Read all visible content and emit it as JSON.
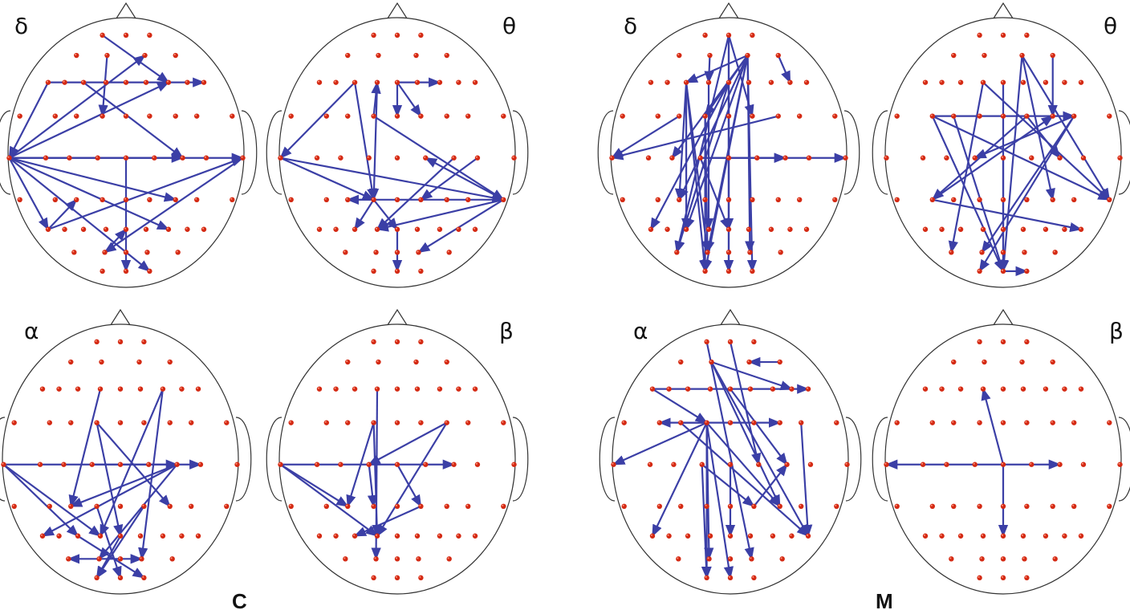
{
  "colors": {
    "electrode": "#d42a14",
    "electrode_highlight": "#ff9a80",
    "arrow": "#3b3fa6",
    "outline": "#333333",
    "text": "#111111"
  },
  "groups": [
    {
      "id": "C",
      "label": "C"
    },
    {
      "id": "M",
      "label": "M"
    }
  ],
  "panels": [
    {
      "group": "C",
      "band": "δ",
      "label_side": "left",
      "connections": [
        [
          "Fp1",
          "F4"
        ],
        [
          "F7",
          "F8"
        ],
        [
          "F3",
          "C4"
        ],
        [
          "T7",
          "AF4"
        ],
        [
          "T7",
          "C4"
        ],
        [
          "T7",
          "F4"
        ],
        [
          "T7",
          "T8"
        ],
        [
          "T7",
          "CP4"
        ],
        [
          "T7",
          "P4"
        ],
        [
          "T7",
          "O2"
        ],
        [
          "T7",
          "P7"
        ],
        [
          "F7",
          "T7"
        ],
        [
          "P7",
          "T8"
        ],
        [
          "T8",
          "PO3"
        ],
        [
          "Cz",
          "Oz"
        ],
        [
          "AF3",
          "FC1"
        ],
        [
          "PO3",
          "Pz"
        ],
        [
          "P7",
          "CP3"
        ]
      ]
    },
    {
      "group": "C",
      "band": "θ",
      "label_side": "right",
      "connections": [
        [
          "Fz",
          "FC2"
        ],
        [
          "Fz",
          "FCz"
        ],
        [
          "Fz",
          "F4"
        ],
        [
          "F3",
          "T7"
        ],
        [
          "F1",
          "CP1"
        ],
        [
          "F3",
          "CP1"
        ],
        [
          "FC1",
          "TP8"
        ],
        [
          "T7",
          "CP1"
        ],
        [
          "T7",
          "TP8"
        ],
        [
          "TP8",
          "C2"
        ],
        [
          "TP8",
          "PO4"
        ],
        [
          "TP8",
          "P1"
        ],
        [
          "TP8",
          "CP3"
        ],
        [
          "CP1",
          "P3"
        ],
        [
          "CP1",
          "CP3"
        ],
        [
          "CP1",
          "Pz"
        ],
        [
          "C4",
          "P1"
        ],
        [
          "C6",
          "CP2"
        ],
        [
          "Pz",
          "Oz"
        ],
        [
          "FC1",
          "F1"
        ]
      ]
    },
    {
      "group": "C",
      "band": "α",
      "label_side": "left",
      "connections": [
        [
          "T7",
          "C6"
        ],
        [
          "T7",
          "P3"
        ],
        [
          "T7",
          "P1"
        ],
        [
          "C4",
          "P7"
        ],
        [
          "C4",
          "CP3"
        ],
        [
          "C4",
          "PO3"
        ],
        [
          "F4",
          "P1"
        ],
        [
          "F4",
          "PO4"
        ],
        [
          "F1",
          "CP3"
        ],
        [
          "FC1",
          "CP4"
        ],
        [
          "FC1",
          "Pz"
        ],
        [
          "PO3",
          "PO7"
        ],
        [
          "PO3",
          "PO4"
        ],
        [
          "Pz",
          "O1"
        ],
        [
          "CP1",
          "Oz"
        ],
        [
          "P3",
          "O2"
        ],
        [
          "C1",
          "C4"
        ],
        [
          "CP2",
          "O1"
        ]
      ]
    },
    {
      "group": "C",
      "band": "β",
      "label_side": "right",
      "connections": [
        [
          "T7",
          "C4"
        ],
        [
          "T7",
          "P1"
        ],
        [
          "T7",
          "CP3"
        ],
        [
          "F1",
          "PO3"
        ],
        [
          "FC1",
          "CP3"
        ],
        [
          "FC1",
          "P1"
        ],
        [
          "FC4",
          "C1"
        ],
        [
          "FC4",
          "P1"
        ],
        [
          "Cz",
          "CP2"
        ],
        [
          "C1",
          "CP1"
        ],
        [
          "CP2",
          "P3"
        ]
      ]
    },
    {
      "group": "M",
      "band": "δ",
      "label_side": "left",
      "connections": [
        [
          "AF4",
          "F3"
        ],
        [
          "AF4",
          "FC1"
        ],
        [
          "AF4",
          "PO3"
        ],
        [
          "AF4",
          "PO4"
        ],
        [
          "AF4",
          "O1"
        ],
        [
          "AF4",
          "O2"
        ],
        [
          "AF4",
          "P3"
        ],
        [
          "AF4",
          "CP3"
        ],
        [
          "AF4",
          "C3"
        ],
        [
          "Fpz",
          "FC2"
        ],
        [
          "Fpz",
          "PO7"
        ],
        [
          "Fpz",
          "Oz"
        ],
        [
          "Fpz",
          "Pz"
        ],
        [
          "F3",
          "PO3"
        ],
        [
          "F3",
          "O1"
        ],
        [
          "F3",
          "CP3"
        ],
        [
          "F3",
          "P3"
        ],
        [
          "AF3",
          "F1"
        ],
        [
          "AF8",
          "F6"
        ],
        [
          "C1",
          "C4"
        ],
        [
          "C2",
          "C4"
        ],
        [
          "C1",
          "Pz"
        ],
        [
          "C1",
          "T8"
        ],
        [
          "FC4",
          "T7"
        ],
        [
          "FC3",
          "T7"
        ],
        [
          "F1",
          "P1"
        ],
        [
          "FC1",
          "O1"
        ],
        [
          "FC1",
          "PO3"
        ],
        [
          "Fz",
          "P7"
        ],
        [
          "Fz",
          "PO7"
        ],
        [
          "Fz",
          "Oz"
        ]
      ]
    },
    {
      "group": "M",
      "band": "θ",
      "label_side": "right",
      "connections": [
        [
          "FC5",
          "FC6"
        ],
        [
          "FC5",
          "TP8"
        ],
        [
          "FC5",
          "Oz"
        ],
        [
          "FC6",
          "C1"
        ],
        [
          "FC6",
          "PO3"
        ],
        [
          "FC6",
          "O1"
        ],
        [
          "Fz",
          "Oz"
        ],
        [
          "F1",
          "TP8"
        ],
        [
          "F1",
          "PO7"
        ],
        [
          "AF4",
          "TP8"
        ],
        [
          "AF4",
          "Oz"
        ],
        [
          "AF4",
          "CP4"
        ],
        [
          "CP5",
          "P8"
        ],
        [
          "CP5",
          "FC4"
        ],
        [
          "FC3",
          "Oz"
        ],
        [
          "Cz",
          "Oz"
        ],
        [
          "Oz",
          "O2"
        ],
        [
          "AF8",
          "FC4"
        ],
        [
          "FC2",
          "C4"
        ],
        [
          "FC2",
          "CP5"
        ]
      ]
    },
    {
      "group": "M",
      "band": "α",
      "label_side": "left",
      "connections": [
        [
          "F7",
          "F8"
        ],
        [
          "F7",
          "FC1"
        ],
        [
          "FC3",
          "P8"
        ],
        [
          "FC3",
          "FC4"
        ],
        [
          "AF3",
          "P8"
        ],
        [
          "AF3",
          "CP4"
        ],
        [
          "AF3",
          "F6"
        ],
        [
          "Fpz",
          "C2"
        ],
        [
          "Fp1",
          "PO4"
        ],
        [
          "FC1",
          "PO3"
        ],
        [
          "FC1",
          "O1"
        ],
        [
          "FC1",
          "Oz"
        ],
        [
          "FC1",
          "P7"
        ],
        [
          "FC1",
          "CP4"
        ],
        [
          "FC1",
          "FC5"
        ],
        [
          "FC1",
          "T7"
        ],
        [
          "C1",
          "CP2"
        ],
        [
          "C1",
          "O1"
        ],
        [
          "FC6",
          "P8"
        ],
        [
          "AF8",
          "AF4"
        ],
        [
          "CP2",
          "C4"
        ],
        [
          "Cz",
          "Pz"
        ],
        [
          "Fz",
          "C4"
        ]
      ]
    },
    {
      "group": "M",
      "band": "β",
      "label_side": "right",
      "connections": [
        [
          "Cz",
          "F1"
        ],
        [
          "Cz",
          "T7"
        ],
        [
          "Cz",
          "C4"
        ],
        [
          "Cz",
          "Pz"
        ]
      ]
    }
  ]
}
